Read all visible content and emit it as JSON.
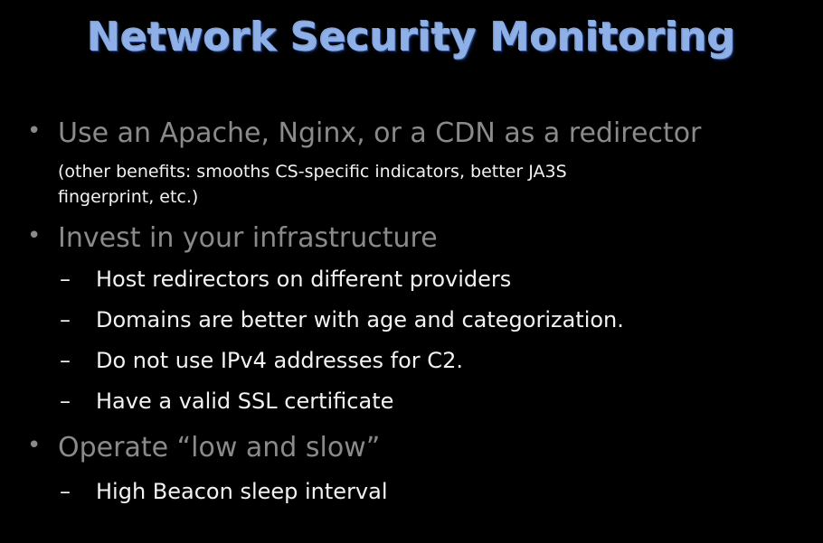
{
  "slide": {
    "title": "Network Security Monitoring",
    "colors": {
      "background": "#000000",
      "title": "#8fb0e6",
      "level1_text": "#8a8a8a",
      "level2_text": "#f2f2f2"
    },
    "bullets": [
      {
        "text": "Use an Apache, Nginx, or a CDN as a redirector",
        "note_line1": "(other benefits: smooths CS-specific indicators, better JA3S",
        "note_line2": "fingerprint, etc.)"
      },
      {
        "text": "Invest in your infrastructure",
        "subitems": [
          "Host redirectors on different providers",
          "Domains are better with age and categorization.",
          "Do not use IPv4 addresses for C2.",
          "Have a valid SSL certificate"
        ]
      },
      {
        "text": "Operate “low and slow”",
        "subitems": [
          "High Beacon sleep interval"
        ]
      }
    ],
    "bullet_glyph": "•",
    "dash_glyph": "–"
  }
}
